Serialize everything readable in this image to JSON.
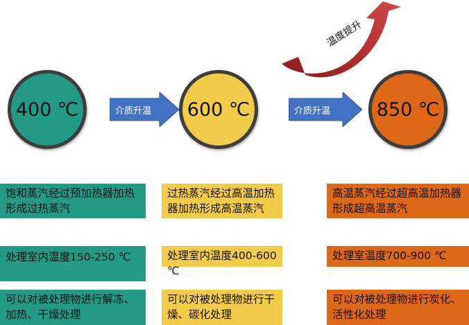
{
  "stages": [
    {
      "temp": "400 ℃",
      "color": "#229a86",
      "description": "饱和蒸汽经过预加热器加热形成过热蒸汽",
      "range": "处理室内温度150-250 ℃",
      "usage": "可以对被处理物进行解冻、加热、干燥处理"
    },
    {
      "temp": "600 ℃",
      "color": "#f2cb48",
      "description": "过热蒸汽经过高温加热器加热形成高温蒸汽",
      "range": "处理室内温度400-600 ℃",
      "usage": "可以对被处理物进行干燥、碳化处理"
    },
    {
      "temp": "850 ℃",
      "color": "#dd6817",
      "description": "高温蒸汽经过超高温加热器形成超高温蒸汽",
      "range": "处理室温度700-900 ℃",
      "usage": "可以对被处理物进行炭化、活性化处理"
    }
  ],
  "arrows": [
    "介质升温",
    "介质升温"
  ],
  "rise_label": "温度提升"
}
